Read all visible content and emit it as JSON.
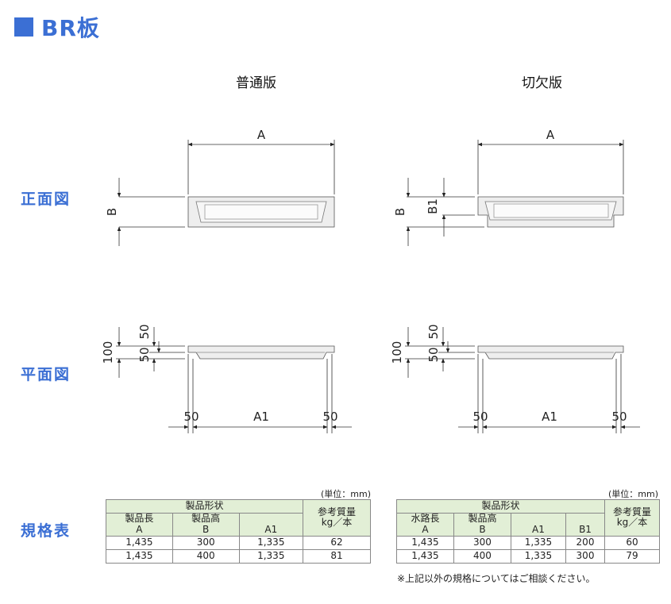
{
  "title": "BR板",
  "sections": {
    "front": "正面図",
    "plan": "平面図",
    "spec": "規格表"
  },
  "columns": {
    "normal": "普通版",
    "cut": "切欠版"
  },
  "dims": {
    "A": "A",
    "B": "B",
    "B1": "B1",
    "A1": "A1",
    "v50": "50",
    "v100": "100"
  },
  "unit_note": "(単位：mm)",
  "table_normal": {
    "group_header": "製品形状",
    "col1": "製品長\nA",
    "col2": "製品高\nB",
    "col3": "A1",
    "weight": "参考質量\nkg／本",
    "rows": [
      [
        "1,435",
        "300",
        "1,335",
        "62"
      ],
      [
        "1,435",
        "400",
        "1,335",
        "81"
      ]
    ]
  },
  "table_cut": {
    "group_header": "製品形状",
    "col1": "水路長\nA",
    "col2": "製品高\nB",
    "col3": "A1",
    "col4": "B1",
    "weight": "参考質量\nkg／本",
    "rows": [
      [
        "1,435",
        "300",
        "1,335",
        "200",
        "60"
      ],
      [
        "1,435",
        "400",
        "1,335",
        "300",
        "79"
      ]
    ]
  },
  "footnote": "※上記以外の規格についてはご相談ください。"
}
